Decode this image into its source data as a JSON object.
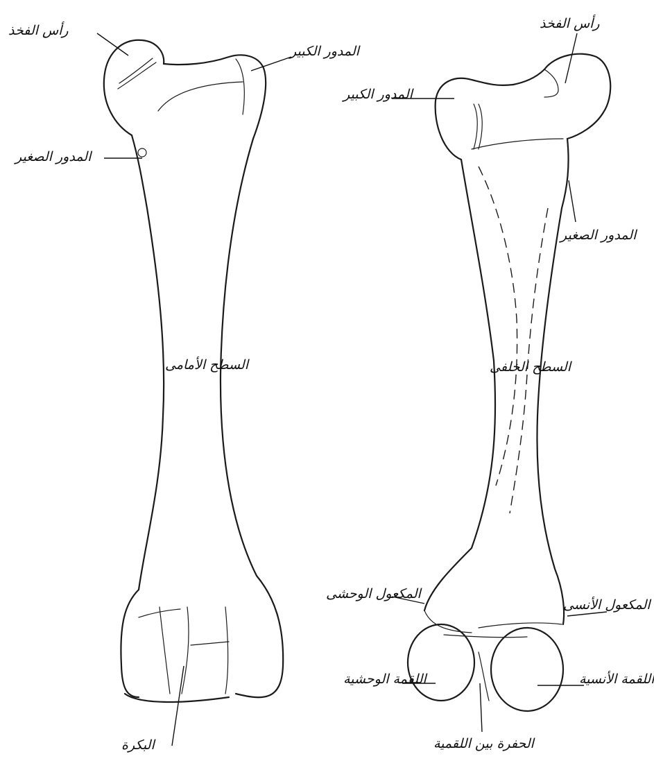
{
  "left_bone": {
    "head_label": "رأس الفخذ",
    "greater_trochanter_label": "المدور الكبير",
    "lesser_trochanter_label": "المدور الصغير",
    "surface_label": "السطح الأمامى",
    "patellar_groove_label": "البكرة"
  },
  "right_bone": {
    "head_label": "رأس الفخذ",
    "greater_trochanter_label": "المدور الكبير",
    "lesser_trochanter_label": "المدور الصغير",
    "surface_label": "السطح الخلفى",
    "lateral_epicondyle_label": "المكعول الوحشى",
    "medial_epicondyle_label": "المكعول الأنسى",
    "lateral_condyle_label": "اللقمة الوحشية",
    "medial_condyle_label": "اللقمة الأنسية",
    "intercondylar_fossa_label": "الحفرة بين اللقمية"
  }
}
